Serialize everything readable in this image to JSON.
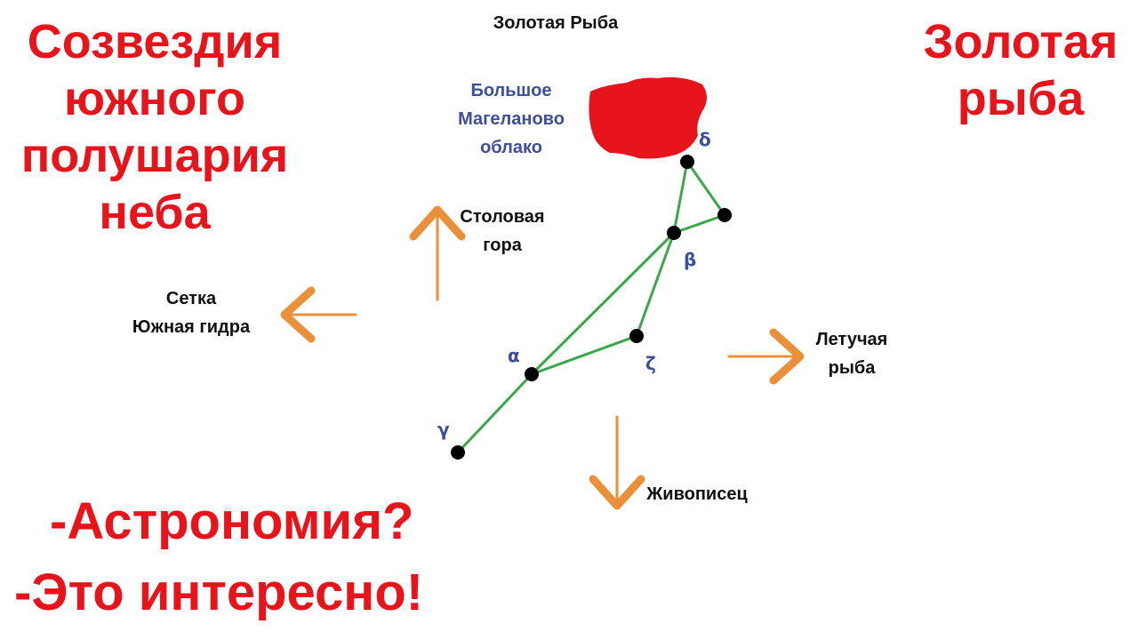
{
  "title_left": [
    "Созвездия",
    "южного",
    "полушария",
    "неба"
  ],
  "title_right": [
    "Золотая",
    "рыба"
  ],
  "bottom": {
    "line1": "-Астрономия?",
    "line2": "-Это интересно!"
  },
  "labels": {
    "top": "Золотая Рыба",
    "lmc": [
      "Большое",
      "Магеланово",
      "облако"
    ],
    "table_mountain": [
      "Столовая",
      "гора"
    ],
    "neighbors_west": [
      "Сетка",
      "Южная гидра"
    ],
    "flying_fish": [
      "Летучая",
      "рыба"
    ],
    "painter": "Живописец"
  },
  "stars": {
    "delta": "δ",
    "beta": "β",
    "zeta": "ζ",
    "alpha": "α",
    "gamma": "γ"
  },
  "colors": {
    "title_red": "#e8141c",
    "cloud_red": "#e8141c",
    "line_green": "#3aa84a",
    "arrow_orange": "#e8913a",
    "star_black": "#000000",
    "greek_blue": "#3d4e9a"
  }
}
